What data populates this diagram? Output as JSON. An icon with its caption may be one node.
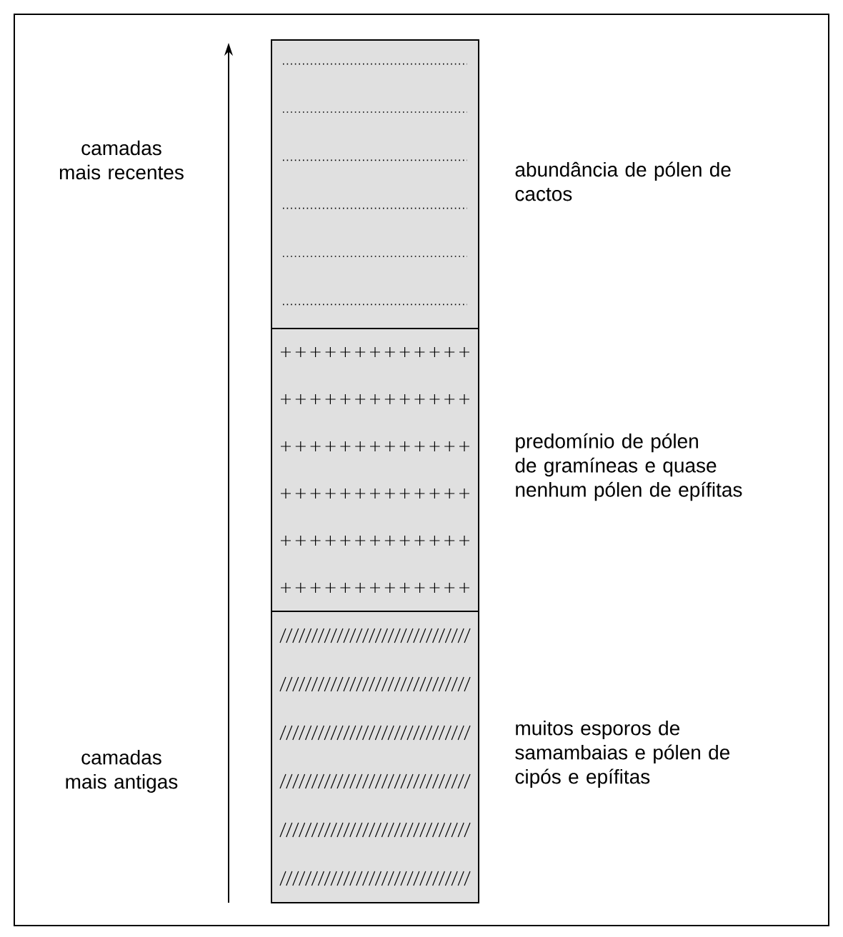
{
  "diagram": {
    "nodes": [
      {
        "text": [],
        "shape": "box",
        "beside": [
          "abundância de pólen de cactos"
        ]
      },
      {
        "text": [],
        "shape": "box",
        "beside": [
          "predomínio de pólen de gramíneas e quase nenhum pólen de epífitas"
        ]
      },
      {
        "text": [],
        "shape": "box",
        "beside": [
          "muitos esporos de samambaias e pólen de cipós e epífitas"
        ]
      }
    ],
    "edges": [],
    "labels": [
      "camadas mais recentes",
      "camadas mais antigas"
    ]
  }
}
